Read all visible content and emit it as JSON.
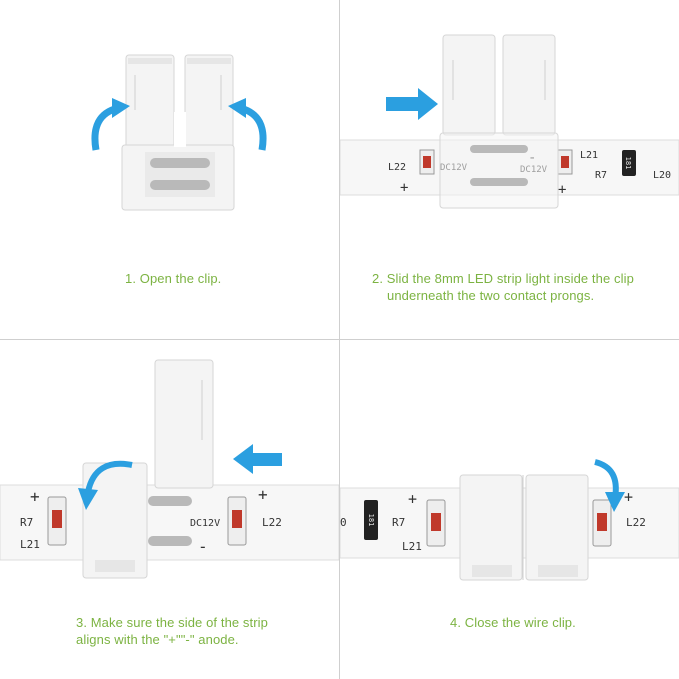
{
  "steps": [
    {
      "caption": "1. Open the clip."
    },
    {
      "caption_line1": "2. Slid the 8mm LED strip light inside the clip",
      "caption_line2": "underneath the two contact prongs."
    },
    {
      "caption_line1": "3. Make sure the side of the strip",
      "caption_line2": "aligns with the \"+\"\"-\" anode."
    },
    {
      "caption": "4. Close the wire clip."
    }
  ],
  "strip_labels": {
    "voltage": "DC12V",
    "led_left": "L21",
    "led_right": "L22",
    "led_far": "L20",
    "resistor": "R7",
    "resistor_code": "181",
    "plus": "+",
    "minus": "-",
    "partial_zero": "0"
  },
  "colors": {
    "caption_green": "#7cb342",
    "arrow_blue": "#2b9fe0",
    "clip_white": "#f4f4f4",
    "strip_white": "#f7f7f7",
    "led_red": "#c0392b",
    "contact_silver": "#b9b9b9"
  },
  "icons": [
    "curved-arrow-icon",
    "straight-arrow-icon"
  ]
}
